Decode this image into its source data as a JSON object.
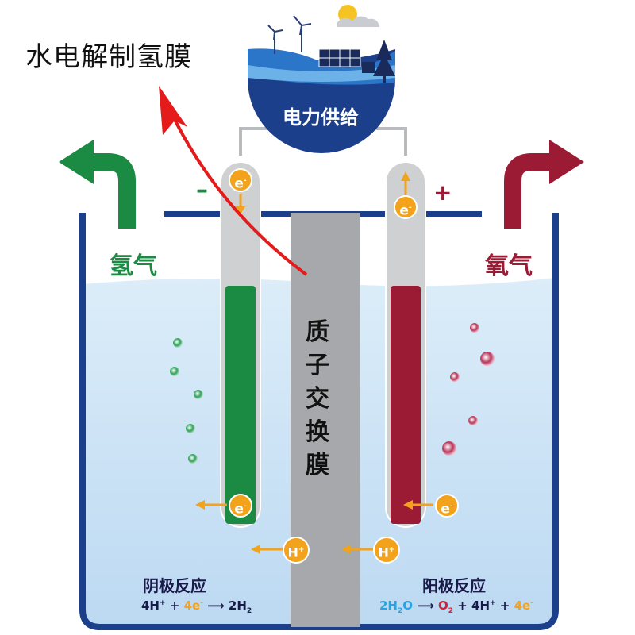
{
  "title": "水电解制氢膜",
  "power_supply": {
    "label": "电力供给",
    "icons": [
      "sun-icon",
      "wind-turbine-icon",
      "solar-panel-icon",
      "tree-icon"
    ]
  },
  "gases": {
    "hydrogen": "氢气",
    "oxygen": "氧气"
  },
  "electrodes": {
    "negative": "–",
    "positive": "+"
  },
  "membrane": "质子交换膜",
  "electron_badge": "e",
  "proton_badge": "H",
  "cathode": {
    "title": "阴极反应",
    "eq": {
      "a": "4H",
      "plus1": " + ",
      "e": "4e",
      "arrow": " ⟶ ",
      "prod": "2H",
      "sub": "2"
    }
  },
  "anode": {
    "title": "阳极反应",
    "eq": {
      "h2o": "2H",
      "h2o_sub": "2",
      "h2o_o": "O",
      "arrow": " ⟶ ",
      "o2": "O",
      "o2_sub": "2",
      "plus1": " + ",
      "h": "4H",
      "plus2": " + ",
      "e": "4e"
    }
  },
  "colors": {
    "tank": "#1c3f8c",
    "water": "#cfe6f7",
    "membrane": "#a6a8ab",
    "cathode": "#1b8a42",
    "anode": "#9b1b35",
    "electron": "#f2a21b",
    "arrow_red": "#e51a1a"
  }
}
